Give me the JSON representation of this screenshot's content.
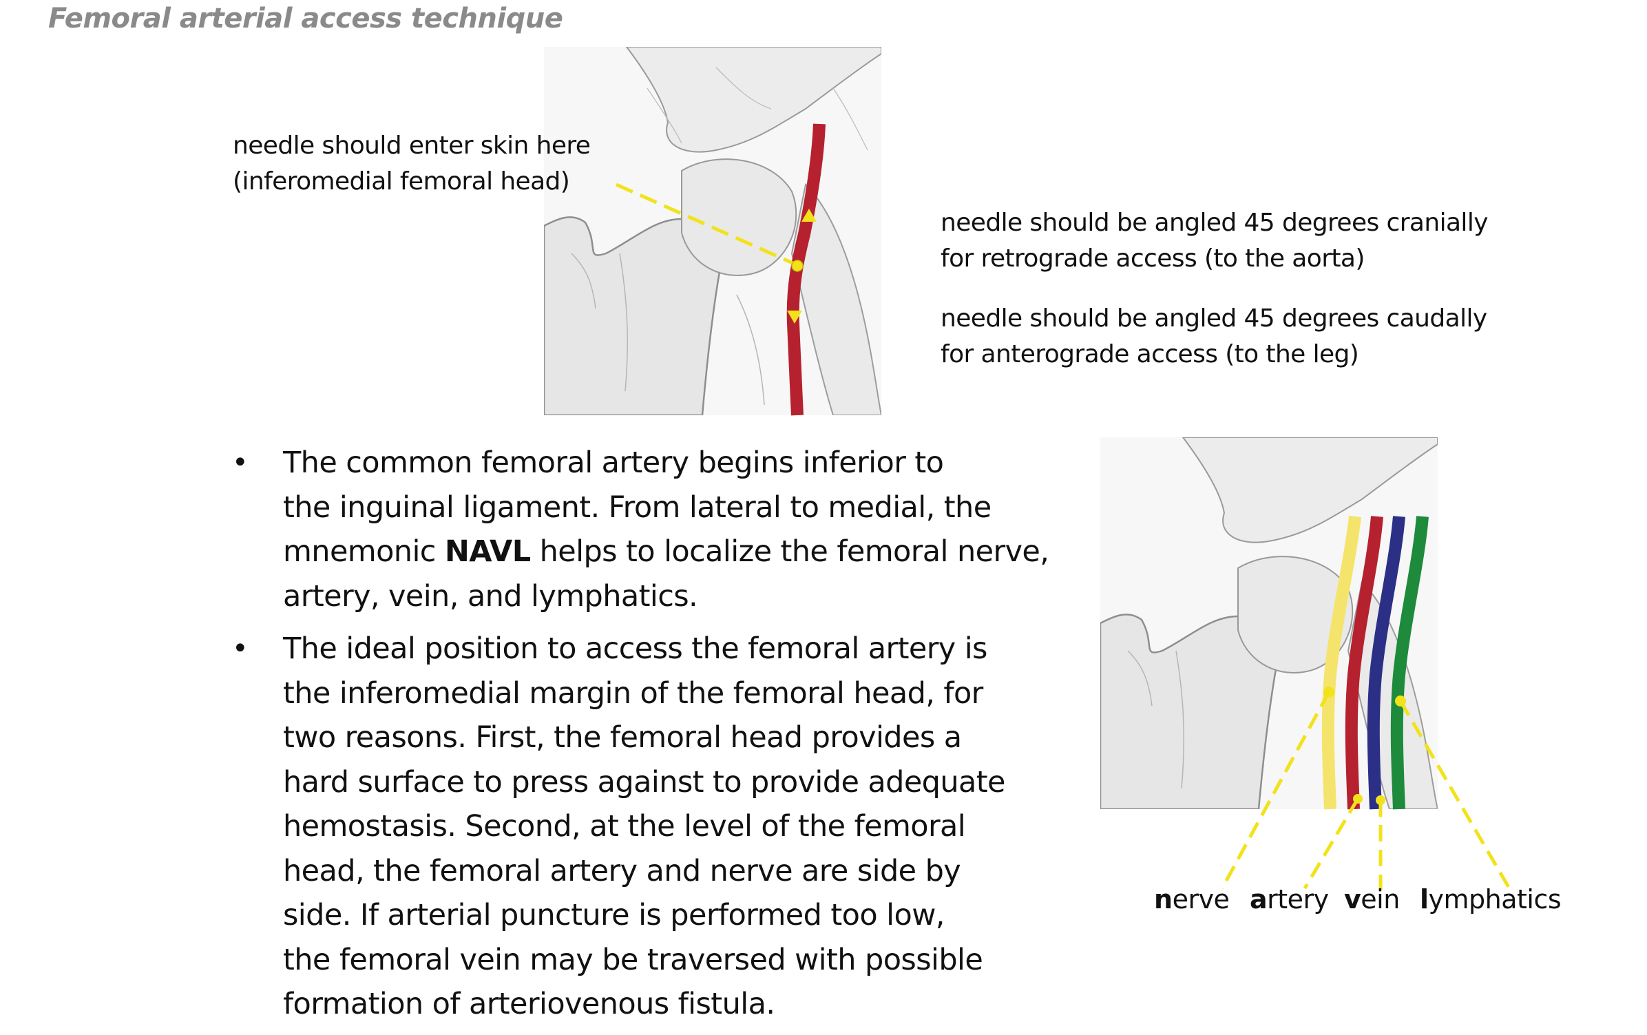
{
  "page": {
    "title": "Femoral arterial access technique"
  },
  "top_figure": {
    "entry_label": {
      "line1": "needle should enter skin here",
      "line2": "(inferomedial femoral head)"
    },
    "cranial_note": {
      "line1": "needle should be angled 45 degrees cranially",
      "line2": "for retrograde access (to the aorta)"
    },
    "caudal_note": {
      "line1": "needle should be angled 45 degrees caudally",
      "line2": "for anterograde access (to the leg)"
    }
  },
  "bullets": [
    {
      "lines": [
        "The common femoral artery begins inferior to",
        "the inguinal ligament. From lateral to medial, the"
      ],
      "line3_before": "mnemonic ",
      "line3_bold": "NAVL",
      "line3_after": " helps to localize the femoral nerve,",
      "line4": "artery, vein, and lymphatics."
    },
    {
      "lines": [
        "The ideal position to access the femoral artery is",
        "the inferomedial margin of the femoral head, for",
        "two reasons. First, the femoral head provides a",
        "hard surface to press against to provide adequate",
        "hemostasis. Second, at the level of the femoral",
        "head, the femoral artery and nerve are side by",
        "side. If arterial puncture is performed too low,",
        "the femoral vein may be traversed with possible",
        "formation of arteriovenous fistula."
      ]
    }
  ],
  "bullet_symbol": "•",
  "legend": {
    "nerve": {
      "initial": "n",
      "rest": "erve"
    },
    "artery": {
      "initial": "a",
      "rest": "rtery"
    },
    "vein": {
      "initial": "v",
      "rest": "ein"
    },
    "lymphatics": {
      "initial": "l",
      "rest": "ymphatics"
    }
  },
  "colors": {
    "artery": "#b5212e",
    "vein": "#2b2f86",
    "nerve": "#f5e46c",
    "lymphatics": "#1e8a3c",
    "pointer": "#f2e21b",
    "title": "#8a8a8a"
  }
}
